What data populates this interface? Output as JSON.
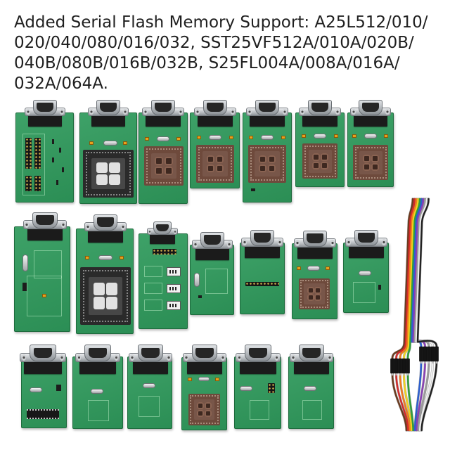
{
  "caption": {
    "lines": [
      "Added Serial Flash Memory Support: A25L512/010/",
      "020/040/080/016/032, SST25VF512A/010A/020B/",
      "040B/080B/016B/032B, S25FL004A/008A/016A/",
      "032A/064A."
    ]
  },
  "colors": {
    "background": "#ffffff",
    "text": "#1f1f1f",
    "pcb_green": "#2f9a5c",
    "pcb_edge": "#1e6b3d",
    "socket_black": "#2a2a2a",
    "socket_brown": "#6e4a3c",
    "connector_metal": "#b8bcc0"
  },
  "cable": {
    "wire_colors": [
      "#6b3b1f",
      "#d42a2a",
      "#f07a1c",
      "#f2d21e",
      "#2f9e3a",
      "#2b5fd0",
      "#8a3fb5",
      "#9a9a9a",
      "#efefef",
      "#222222"
    ]
  }
}
